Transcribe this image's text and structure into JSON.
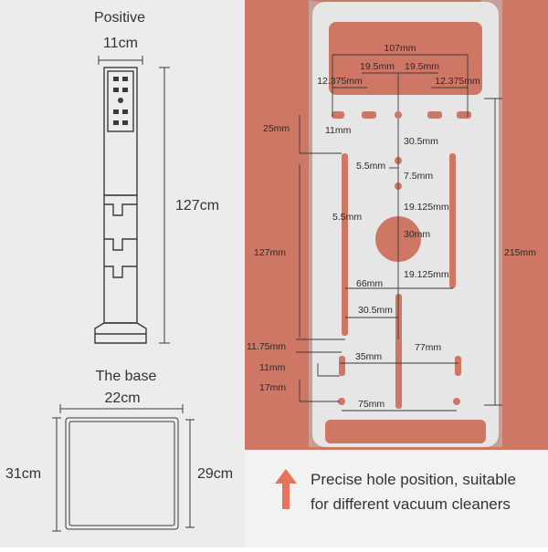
{
  "colors": {
    "left_bg": "#ececec",
    "right_bg": "#f2f2f2",
    "terracotta": "#cf7765",
    "plate": "#e6e6e6",
    "arrow": "#e8735c"
  },
  "left": {
    "positive_title": "Positive",
    "width_label": "11cm",
    "height_label": "127cm",
    "base_title": "The base",
    "base_width_label": "22cm",
    "base_left_depth_label": "31cm",
    "base_right_depth_label": "29cm"
  },
  "plate": {
    "dims": {
      "w107": "107mm",
      "h19a": "19.5mm",
      "h19b": "19.5mm",
      "h12a": "12.375mm",
      "h12b": "12.375mm",
      "v25": "25mm",
      "v11": "11mm",
      "v30": "30.5mm",
      "h55": "5.5mm",
      "v75": "7.5mm",
      "v19a": "19.125mm",
      "w55": "5.5mm",
      "d30": "30mm",
      "v19b": "19.125mm",
      "v127": "127mm",
      "v215": "215mm",
      "h66": "66mm",
      "h305": "30.5mm",
      "v1175": "11.75mm",
      "h35": "35mm",
      "v77": "77mm",
      "v11b": "11mm",
      "v17": "17mm",
      "h75": "75mm"
    }
  },
  "footer": {
    "caption_line1": "Precise hole position, suitable",
    "caption_line2": "for different vacuum cleaners"
  }
}
